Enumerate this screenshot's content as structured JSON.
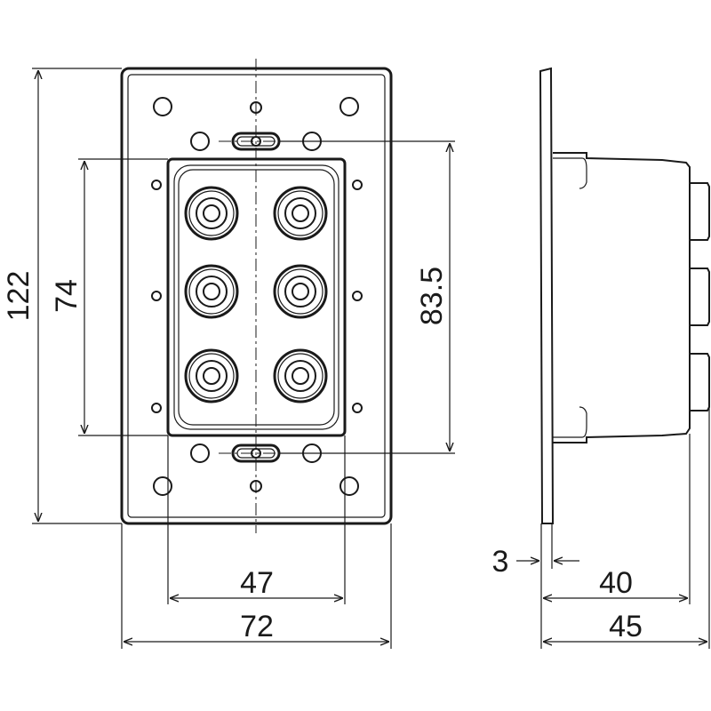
{
  "dimensions": {
    "height_total": "122",
    "height_cutout": "74",
    "height_mount": "83.5",
    "width_inner": "47",
    "width_total": "72",
    "plate_thickness": "3",
    "body_depth": "40",
    "total_depth": "45"
  },
  "colors": {
    "line": "#1a1a1a",
    "background": "#ffffff"
  },
  "terminals": {
    "count": 6,
    "columns": 2,
    "rows": 3
  }
}
